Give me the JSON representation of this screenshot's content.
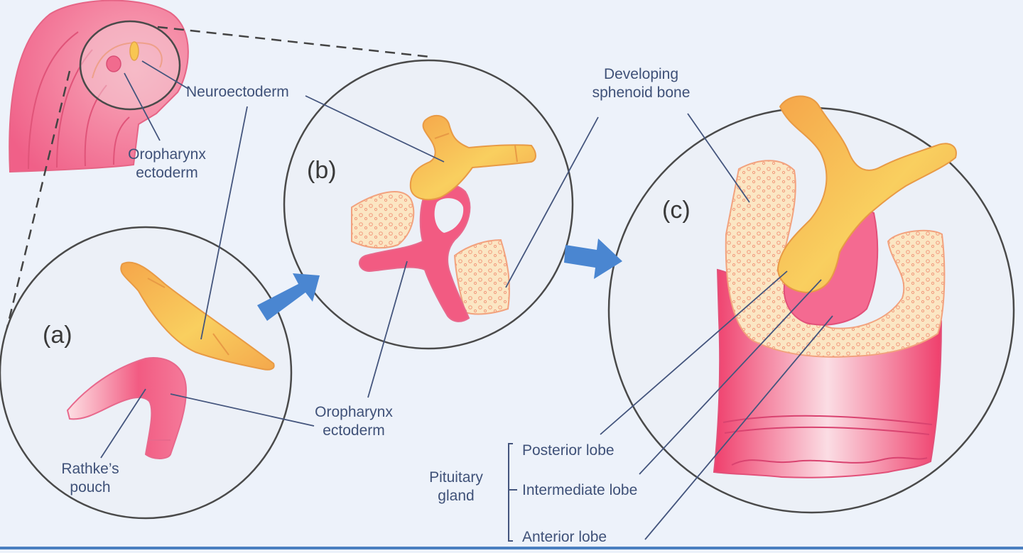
{
  "labels": {
    "neuroectoderm": "Neuroectoderm",
    "oropharynx_top": [
      "Oropharynx",
      "ectoderm"
    ],
    "oropharynx_mid": [
      "Oropharynx",
      "ectoderm"
    ],
    "rathkes_pouch": [
      "Rathke’s",
      "pouch"
    ],
    "sphenoid": [
      "Developing",
      "sphenoid bone"
    ],
    "pituitary": [
      "Pituitary",
      "gland"
    ],
    "posterior_lobe": "Posterior lobe",
    "intermediate_lobe": "Intermediate lobe",
    "anterior_lobe": "Anterior lobe"
  },
  "panels": {
    "a": "(a)",
    "b": "(b)",
    "c": "(c)"
  },
  "colors": {
    "label_text": "#3f5178",
    "leader_line": "#44557d",
    "arrow": "#4a86d1",
    "neuroectoderm": "#f7c25a",
    "ectoderm": "#f0507a",
    "bone": "#fbe6c3",
    "circle_fill": "#ecf0f7",
    "embryo": "#f27a98"
  },
  "icons": [
    "progress-arrow-icon"
  ]
}
